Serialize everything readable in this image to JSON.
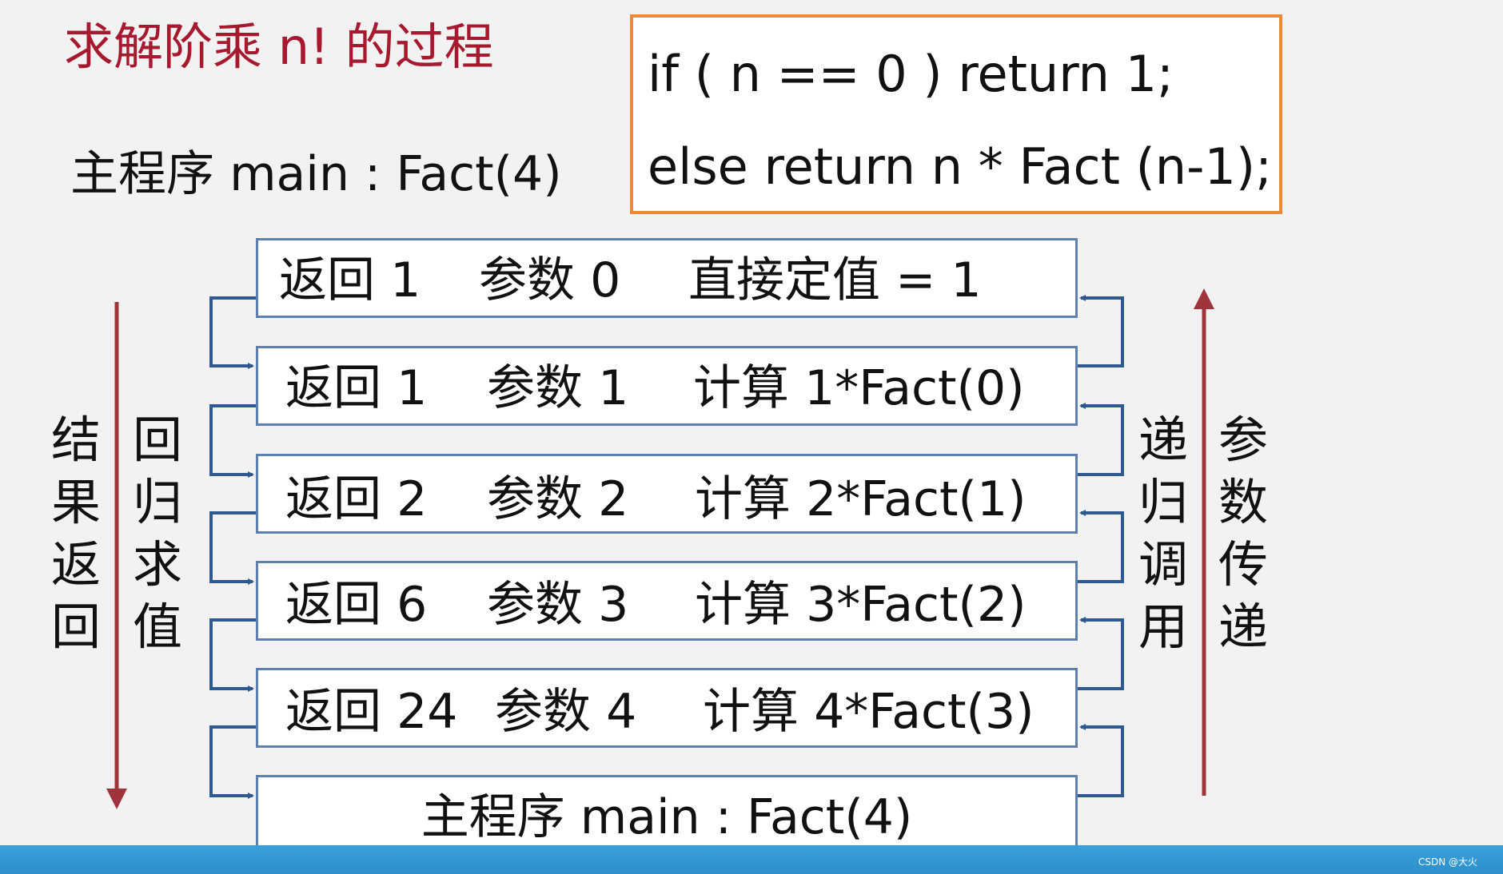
{
  "title": "求解阶乘 n! 的过程",
  "main_call": "主程序 main : Fact(4)",
  "code": {
    "line1": "if ( n == 0 ) return 1;",
    "line2": "else return n * Fact (n-1);"
  },
  "frames": [
    {
      "ret": "返回 1",
      "param": "参数 0",
      "calc": "直接定值 = 1"
    },
    {
      "ret": "返回 1",
      "param": "参数 1",
      "calc": "计算 1*Fact(0)"
    },
    {
      "ret": "返回 2",
      "param": "参数 2",
      "calc": "计算 2*Fact(1)"
    },
    {
      "ret": "返回 6",
      "param": "参数 3",
      "calc": "计算 3*Fact(2)"
    },
    {
      "ret": "返回 24",
      "param": "参数 4",
      "calc": "计算 4*Fact(3)"
    }
  ],
  "main_frame": "主程序 main : Fact(4)",
  "left_labels": {
    "outer": "结果返回",
    "inner": "回归求值"
  },
  "right_labels": {
    "inner": "递归调用",
    "outer": "参数传递"
  },
  "colors": {
    "title": "#a6192e",
    "arrow": "#a0333c",
    "frame_border": "#5f7fae",
    "connector": "#2f5a8f",
    "code_border": "#ec8a3a"
  },
  "watermark": "CSDN @大火"
}
